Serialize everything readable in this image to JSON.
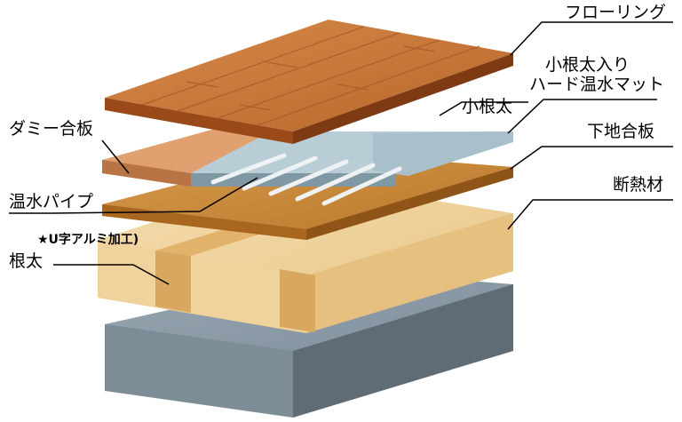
{
  "labels": {
    "flooring": "フローリング",
    "hard_mat_line1": "小根太入り",
    "hard_mat_line2": "ハード温水マット",
    "sub_joist": "小根太",
    "dummy_plywood": "ダミー合板",
    "base_plywood": "下地合板",
    "insulation": "断熱材",
    "hot_water_pipe": "温水パイプ",
    "aluminum_note": "★U字アルミ加工)",
    "joist": "根太"
  },
  "colors": {
    "flooring_top": "#c8783a",
    "flooring_side": "#9a4a18",
    "plywood_top": "#c98a3c",
    "plywood_side": "#8e5418",
    "mat_top": "#b9cdd6",
    "insulation_top": "#efd2a0",
    "concrete_top": "#8a9aa6",
    "concrete_side": "#5f6c76"
  }
}
